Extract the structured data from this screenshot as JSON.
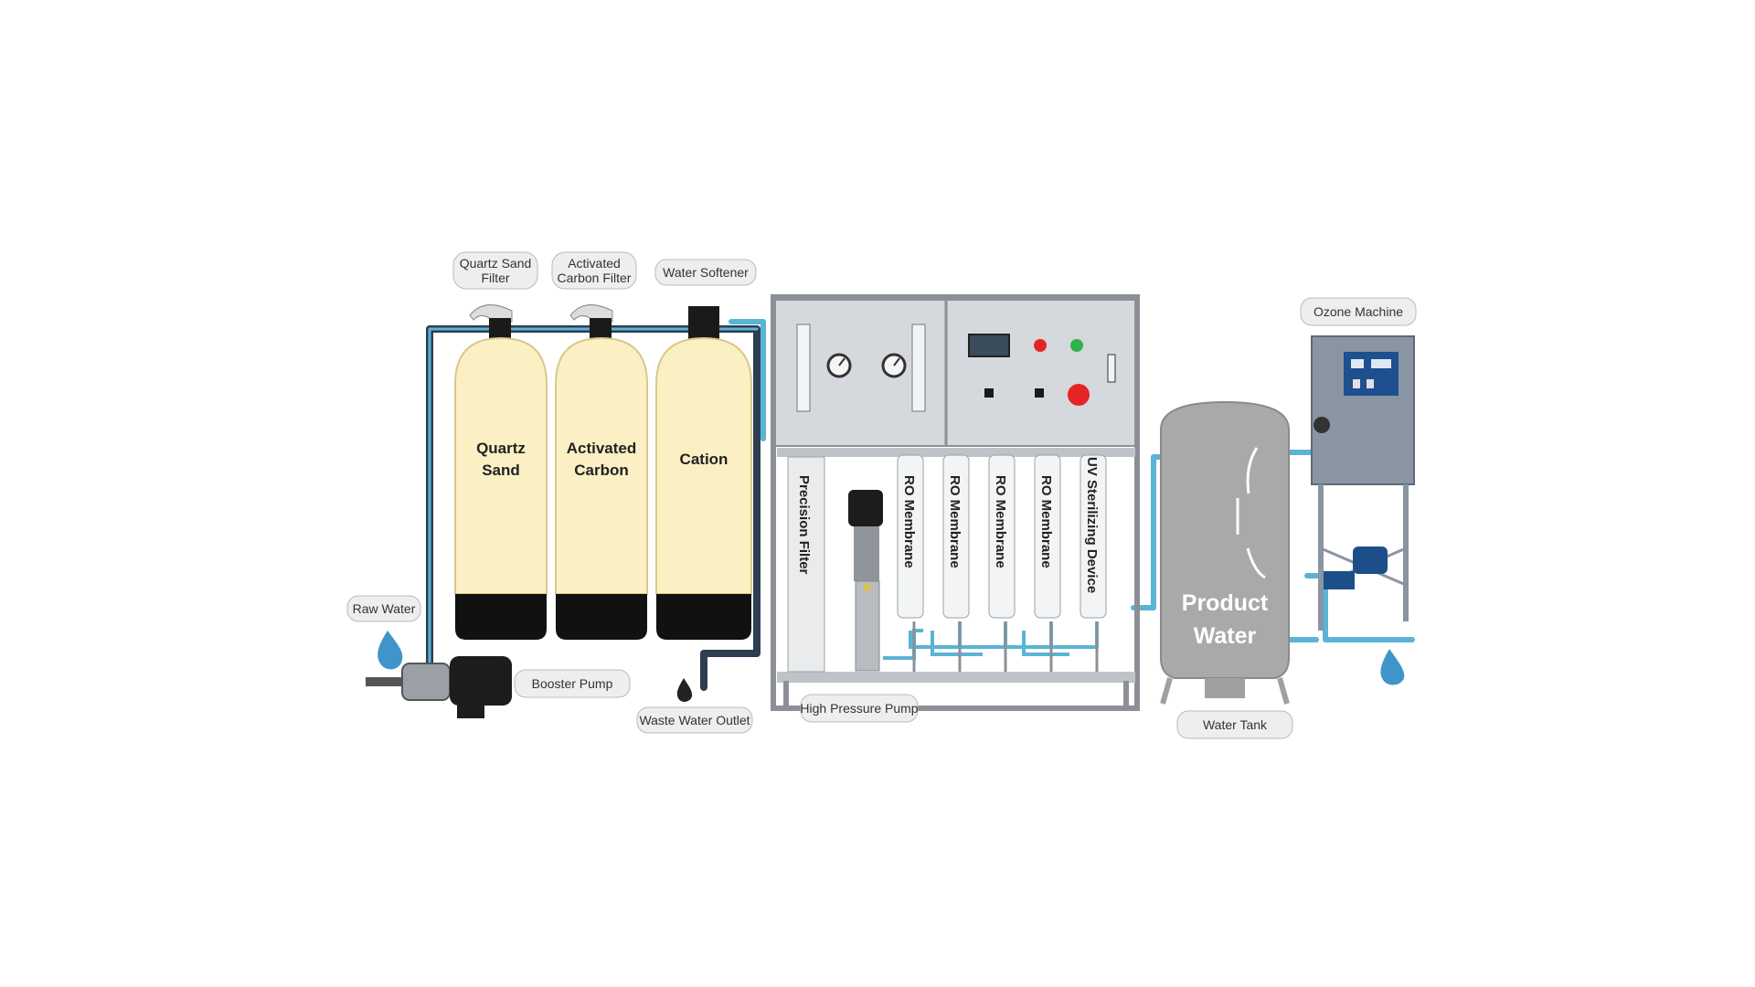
{
  "labels": {
    "quartz_sand_filter": [
      "Quartz Sand",
      "Filter"
    ],
    "activated_carbon_filter": [
      "Activated",
      "Carbon Filter"
    ],
    "water_softener": "Water Softener",
    "raw_water": "Raw Water",
    "booster_pump": "Booster Pump",
    "waste_water_outlet": "Waste Water Outlet",
    "high_pressure_pump": "High Pressure Pump",
    "water_tank": "Water Tank",
    "ozone_machine": "Ozone Machine"
  },
  "tanks": {
    "quartz_sand": [
      "Quartz",
      "Sand"
    ],
    "activated_carbon": [
      "Activated",
      "Carbon"
    ],
    "cation": "Cation"
  },
  "ro_unit": {
    "precision_filter": "Precision Filter",
    "membranes": [
      "RO Membrane",
      "RO Membrane",
      "RO Membrane",
      "RO Membrane"
    ],
    "uv_device": "UV Sterilizing Device"
  },
  "product_tank": [
    "Product",
    "Water"
  ],
  "colors": {
    "tank_fill": "#fbf0c4",
    "tank_base": "#111111",
    "cabinet": "#d5d8dc",
    "pipe_blue": "#5ab4d6",
    "pipe_dark": "#2c3e50",
    "product_tank": "#a9a9a9",
    "ozone_cabinet": "#8a95a3",
    "water_drop": "#3f95c9",
    "led_red": "#e52525",
    "led_green": "#2fb34a"
  },
  "icons": [
    "raw-water-drop-icon",
    "waste-water-drop-icon",
    "product-water-drop-icon",
    "pressure-gauge-icon",
    "control-display-icon"
  ]
}
